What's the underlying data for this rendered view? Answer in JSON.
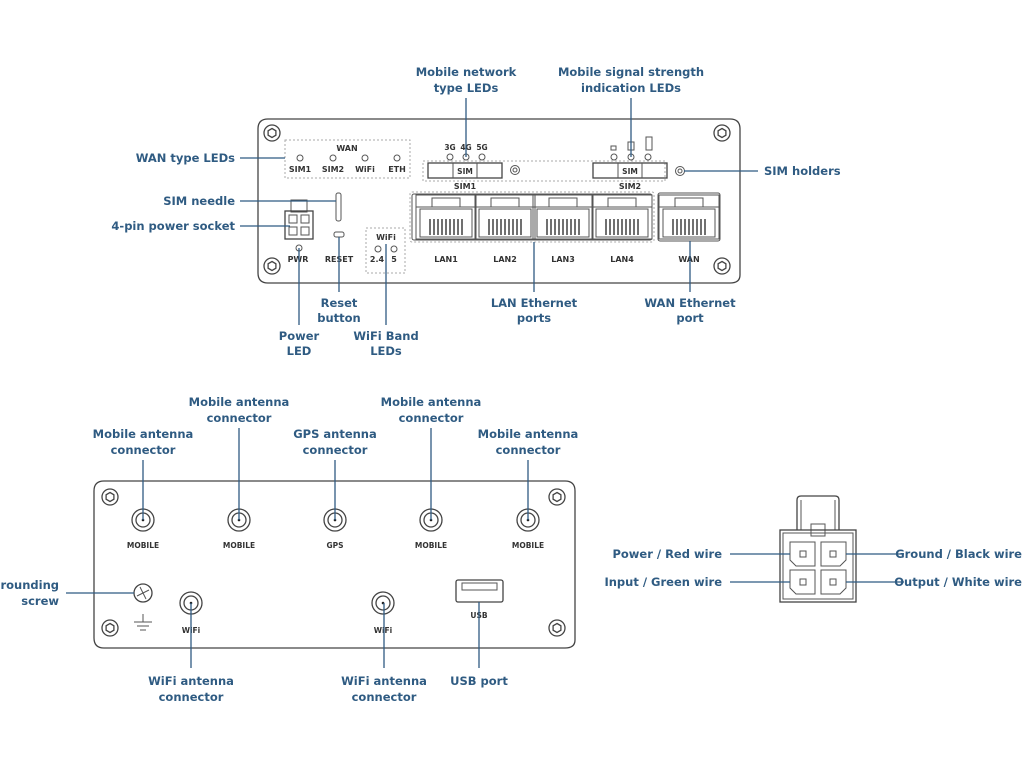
{
  "colors": {
    "callout_text": "#2f5b82",
    "leader_line": "#2f5b82",
    "device_outline": "#444444",
    "device_label": "#333333",
    "background": "#ffffff"
  },
  "front_panel": {
    "wan_group_title": "WAN",
    "wan_leds": [
      "SIM1",
      "SIM2",
      "WiFi",
      "ETH"
    ],
    "network_type_leds": [
      "3G",
      "4G",
      "5G"
    ],
    "sim_slots": [
      {
        "slot_label": "SIM",
        "name": "SIM1"
      },
      {
        "slot_label": "SIM",
        "name": "SIM2"
      }
    ],
    "pwr_label": "PWR",
    "reset_label": "RESET",
    "wifi_group_title": "WiFi",
    "wifi_bands": [
      "2.4",
      "5"
    ],
    "lan_ports": [
      "LAN1",
      "LAN2",
      "LAN3",
      "LAN4"
    ],
    "wan_port": "WAN",
    "callouts": {
      "wan_type_leds": "WAN type LEDs",
      "sim_needle": "SIM needle",
      "power_socket": "4-pin power socket",
      "network_type_leds": [
        "Mobile network",
        "type LEDs"
      ],
      "signal_strength_leds": [
        "Mobile signal strength",
        "indication LEDs"
      ],
      "sim_holders": "SIM holders",
      "power_led": [
        "Power",
        "LED"
      ],
      "reset_button": [
        "Reset",
        "button"
      ],
      "wifi_band_leds": [
        "WiFi Band",
        "LEDs"
      ],
      "lan_ports": [
        "LAN Ethernet",
        "ports"
      ],
      "wan_port": [
        "WAN Ethernet",
        "port"
      ]
    }
  },
  "back_panel": {
    "connectors": [
      "MOBILE",
      "MOBILE",
      "GPS",
      "MOBILE",
      "MOBILE"
    ],
    "wifi_connectors": [
      "WiFi",
      "WiFi"
    ],
    "usb_label": "USB",
    "callouts": {
      "mobile_1": [
        "Mobile antenna",
        "connector"
      ],
      "mobile_2": [
        "Mobile antenna",
        "connector"
      ],
      "gps": [
        "GPS antenna",
        "connector"
      ],
      "mobile_3": [
        "Mobile antenna",
        "connector"
      ],
      "mobile_4": [
        "Mobile antenna",
        "connector"
      ],
      "grounding": [
        "Grounding",
        "screw"
      ],
      "wifi_1": [
        "WiFi antenna",
        "connector"
      ],
      "wifi_2": [
        "WiFi antenna",
        "connector"
      ],
      "usb": "USB port"
    }
  },
  "power_connector": {
    "pins": [
      {
        "position": "top-left",
        "label": "Power / Red wire"
      },
      {
        "position": "top-right",
        "label": "Ground / Black wire"
      },
      {
        "position": "bottom-left",
        "label": "Input / Green wire"
      },
      {
        "position": "bottom-right",
        "label": "Output / White wire"
      }
    ]
  }
}
